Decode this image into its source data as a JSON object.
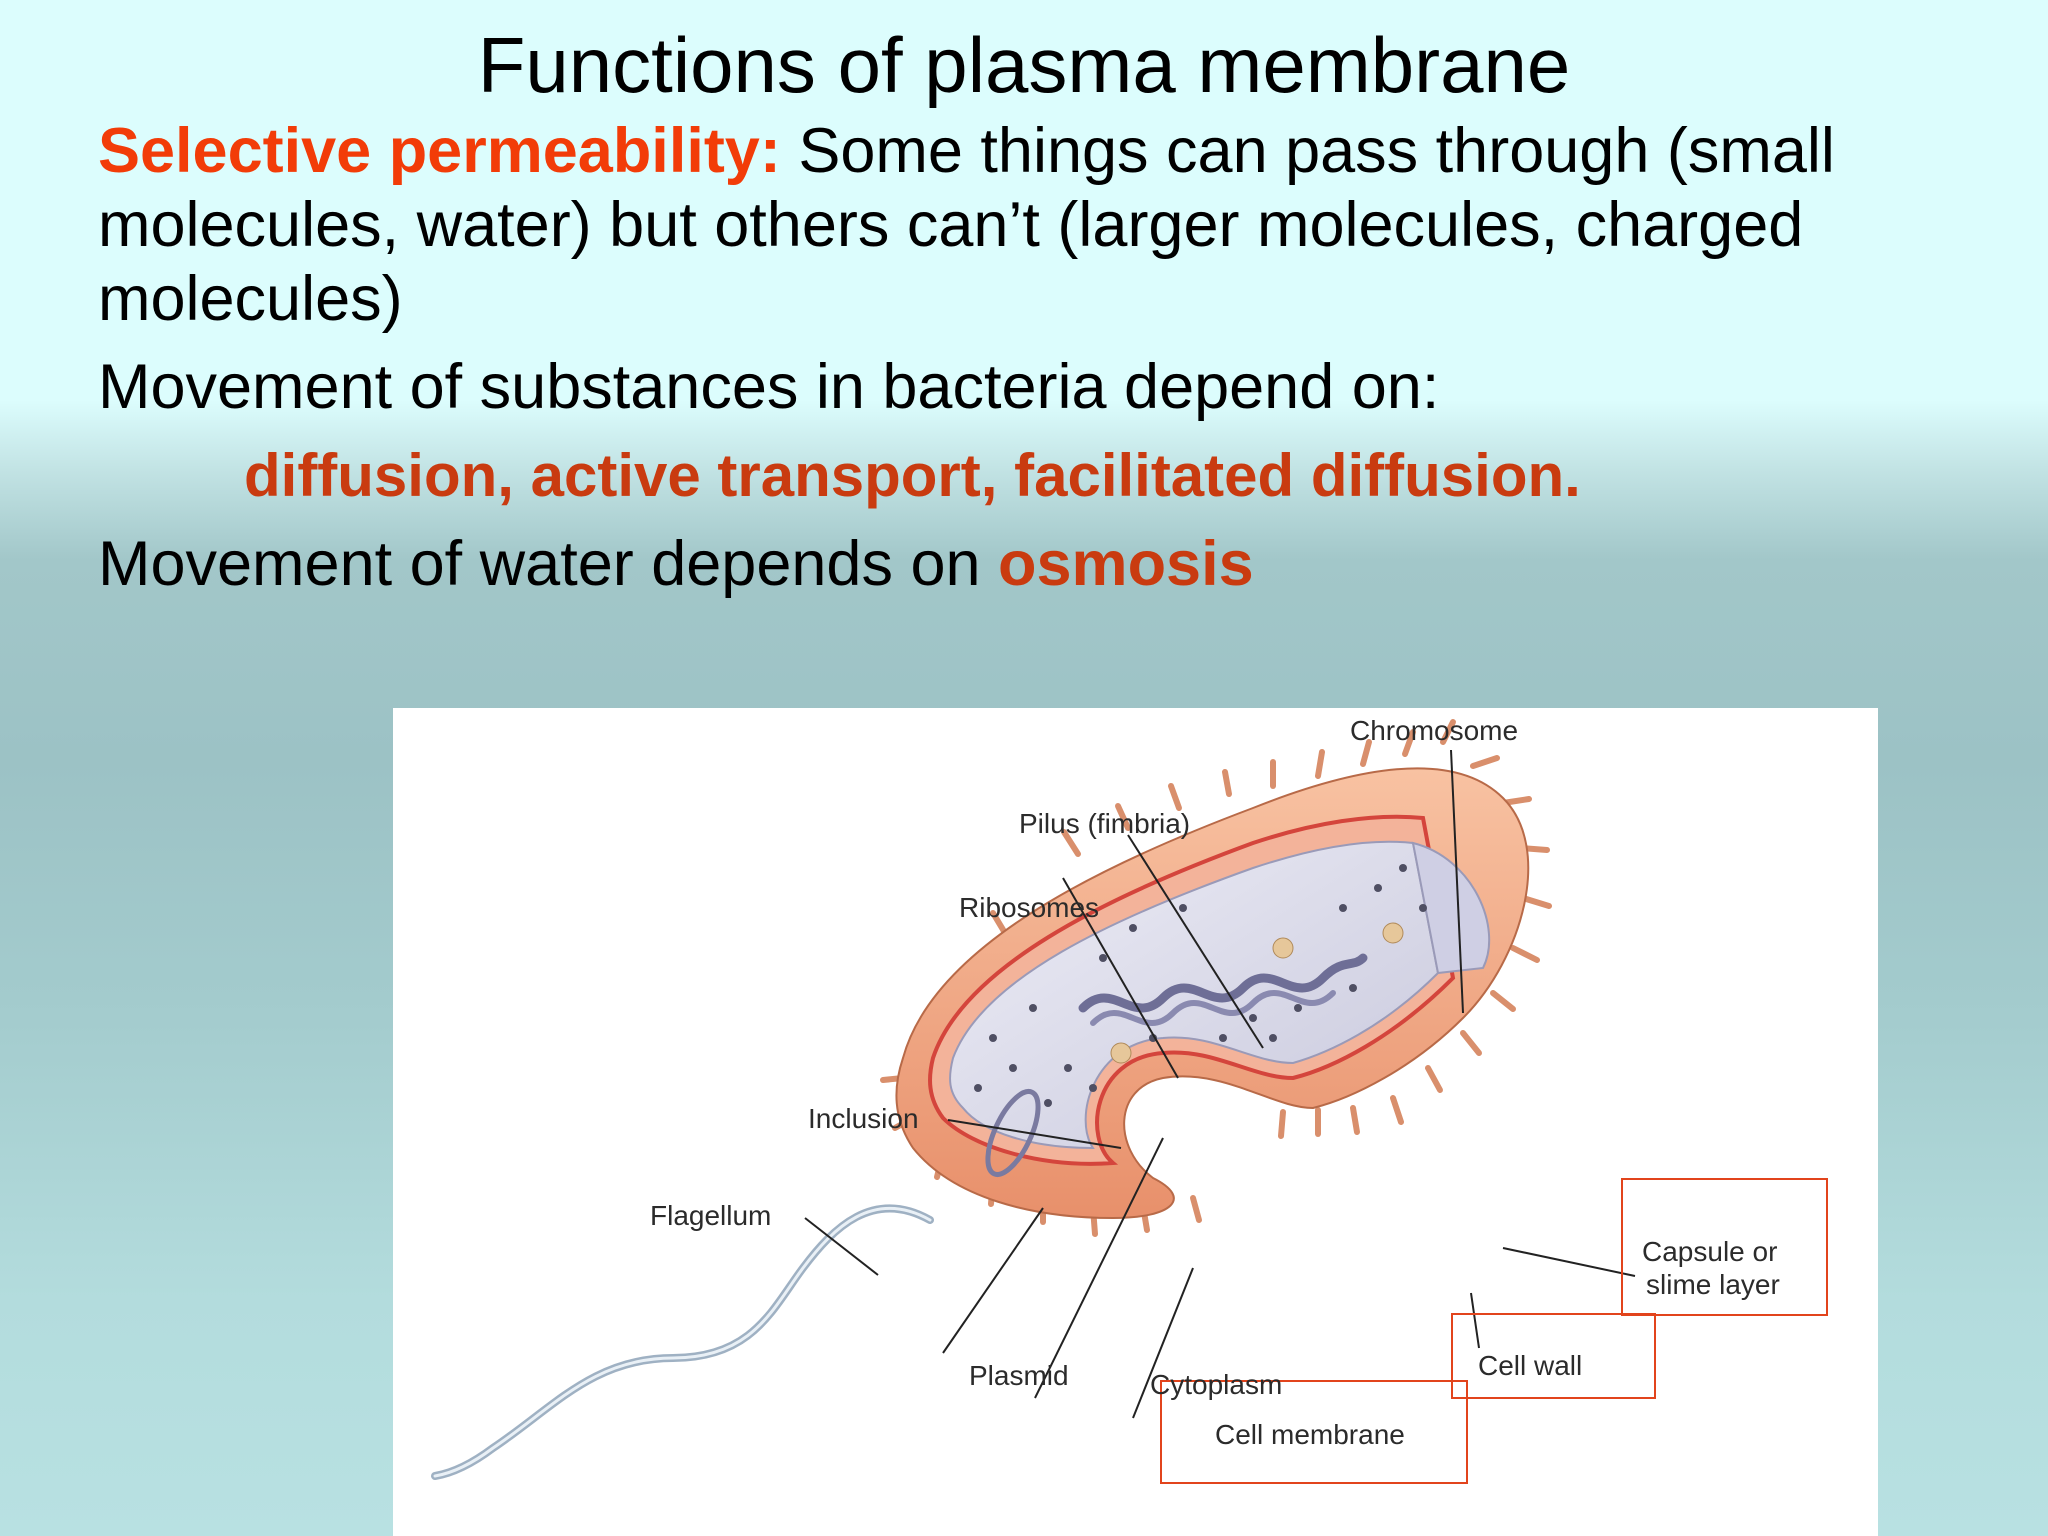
{
  "slide": {
    "title": "Functions of plasma membrane",
    "selective_label": "Selective permeability:",
    "selective_text": " Some things can pass through (small molecules, water) but others can’t (larger molecules, charged molecules)",
    "movement_substances": "Movement of substances in bacteria depend on:",
    "transport_types": "diffusion, active transport, facilitated diffusion.",
    "movement_water_prefix": "Movement of water depends on ",
    "movement_water_term": "osmosis"
  },
  "diagram": {
    "labels": {
      "chromosome": "Chromosome",
      "pilus": "Pilus (fimbria)",
      "ribosomes": "Ribosomes",
      "inclusion": "Inclusion",
      "flagellum": "Flagellum",
      "plasmid": "Plasmid",
      "cytoplasm": "Cytoplasm",
      "cell_membrane": "Cell membrane",
      "cell_wall": "Cell wall",
      "capsule_line1": "Capsule or",
      "capsule_line2": "slime layer"
    }
  },
  "colors": {
    "highlight": "#f23c08",
    "transport_terms": "#c93b10",
    "box_outline": "#e2441c"
  }
}
